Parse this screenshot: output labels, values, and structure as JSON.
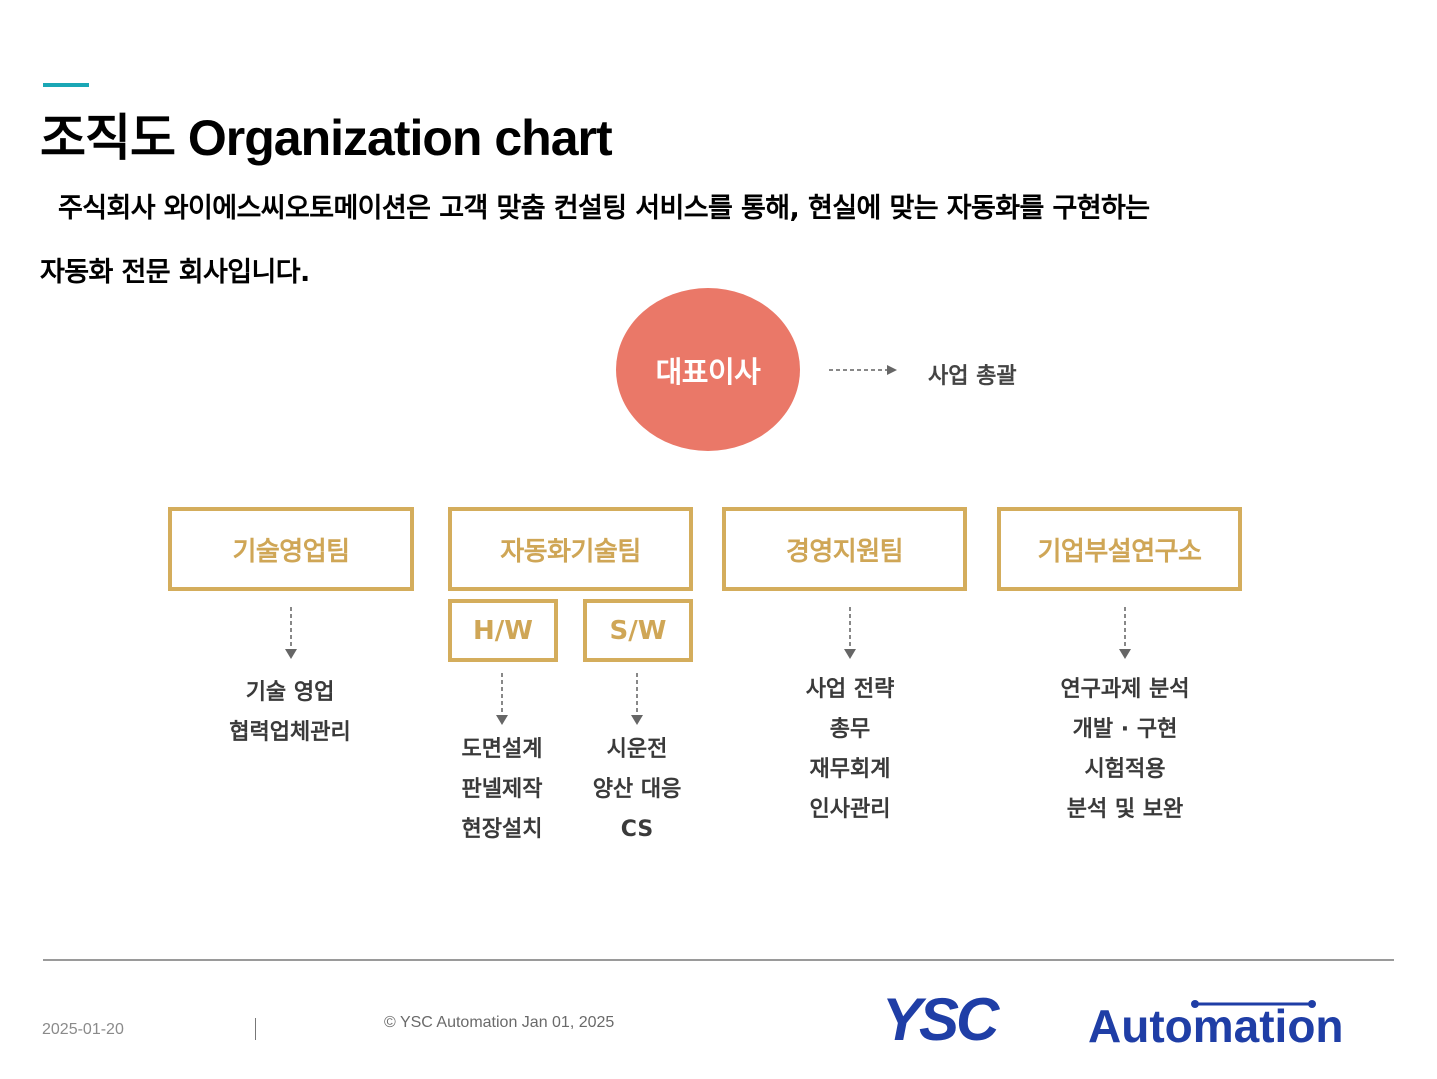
{
  "header": {
    "title": "조직도 Organization chart",
    "intro_line1": "주식회사 와이에스씨오토메이션은 고객 맞춤 컨설팅 서비스를 통해, 현실에 맞는 자동화를 구현하는",
    "intro_line2": "자동화 전문 회사입니다."
  },
  "ceo": {
    "label": "대표이사",
    "duty": "사업 총괄"
  },
  "teams": [
    {
      "name": "기술영업팀",
      "duties": [
        "기술 영업",
        "협력업체관리"
      ]
    },
    {
      "name": "자동화기술팀",
      "subteams": [
        {
          "name": "H/W",
          "duties": [
            "도면설계",
            "판넬제작",
            "현장설치"
          ]
        },
        {
          "name": "S/W",
          "duties": [
            "시운전",
            "양산 대응",
            "CS"
          ]
        }
      ]
    },
    {
      "name": "경영지원팀",
      "duties": [
        "사업 전략",
        "총무",
        "재무회계",
        "인사관리"
      ]
    },
    {
      "name": "기업부설연구소",
      "duties": [
        "연구과제 분석",
        "개발 · 구현",
        "시험적용",
        "분석 및 보완"
      ]
    }
  ],
  "footer": {
    "date": "2025-01-20",
    "copyright": "© YSC Automation Jan 01, 2025",
    "logo_text_1": "YSC",
    "logo_text_2": "Automation"
  },
  "colors": {
    "accent": "#1aa7b5",
    "ceo_fill": "#ea7868",
    "team_border": "#d4ad5c",
    "logo_blue": "#1f3ea6"
  }
}
